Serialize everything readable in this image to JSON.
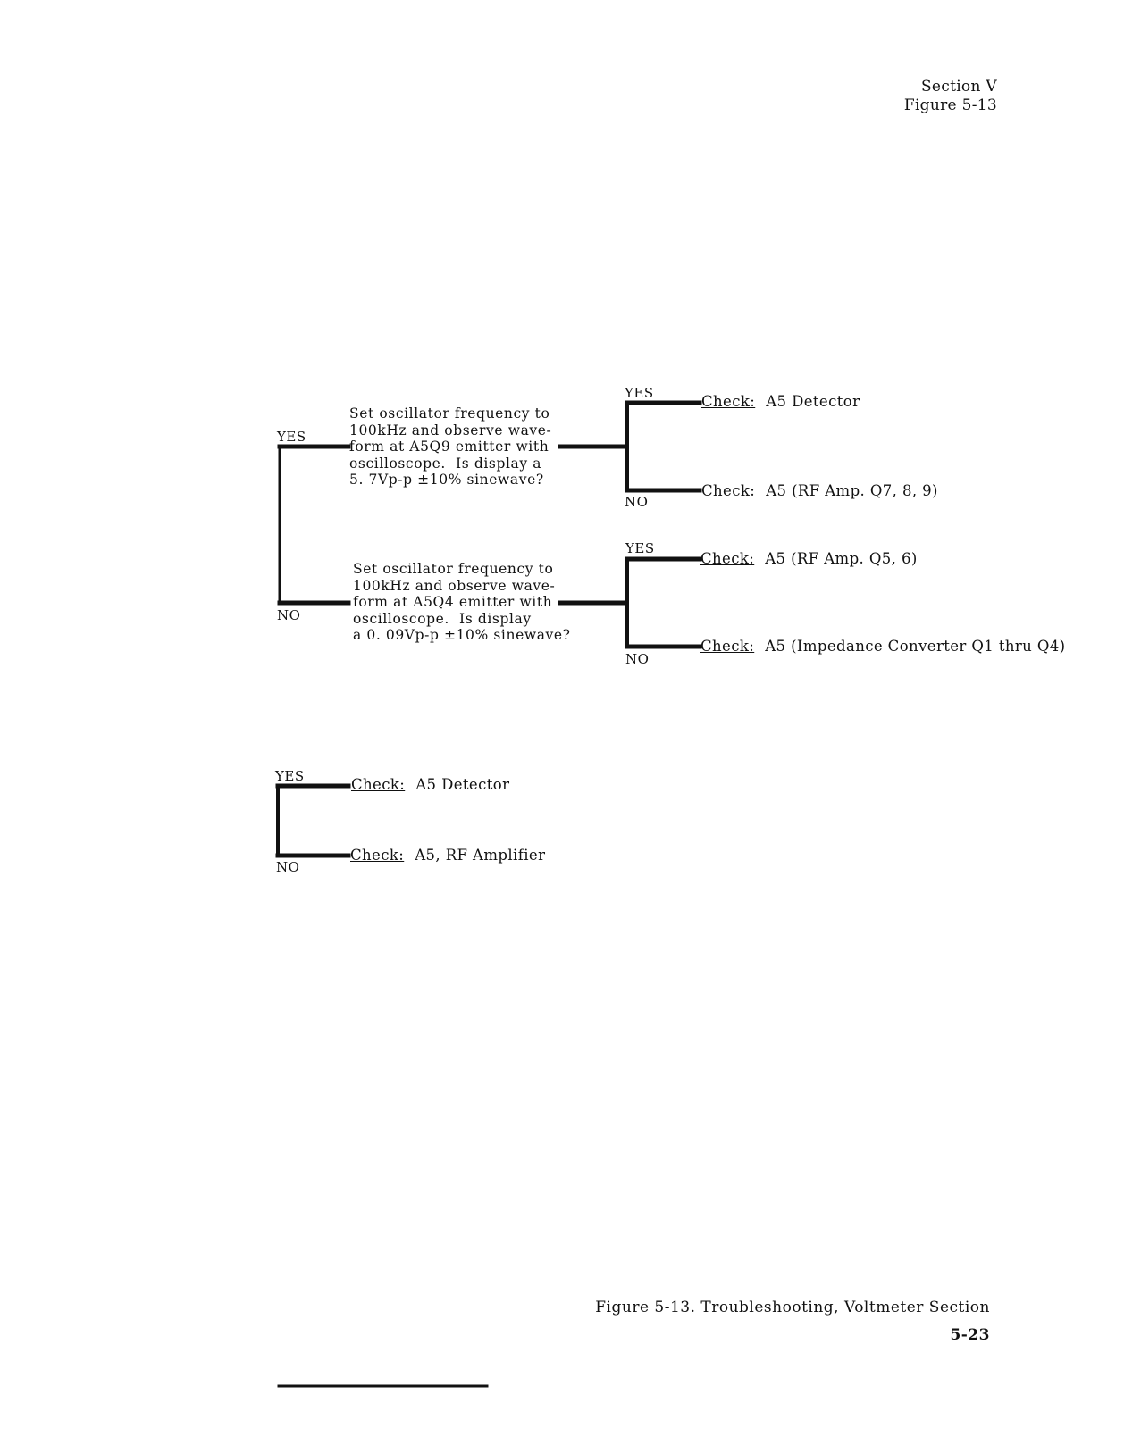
{
  "header": {
    "section": "Section V",
    "figure": "Figure 5-13"
  },
  "tree1": {
    "q1": {
      "text": "Set oscillator frequency to\n100kHz and observe wave-\nform at A5Q9 emitter with\noscilloscope.  Is display a\n5. 7Vp-p ±10% sinewave?",
      "yes": {
        "keyword": "Check:",
        "text": "A5 Detector"
      },
      "no": {
        "keyword": "Check:",
        "text": "A5 (RF Amp. Q7, 8, 9)"
      }
    },
    "q2": {
      "text": "Set oscillator frequency to\n100kHz and observe wave-\nform at A5Q4 emitter with\noscilloscope.  Is display\na 0. 09Vp-p ±10% sinewave?",
      "yes": {
        "keyword": "Check:",
        "text": "A5 (RF Amp. Q5, 6)"
      },
      "no": {
        "keyword": "Check:",
        "text": "A5 (Impedance Converter Q1 thru Q4)"
      }
    }
  },
  "tree2": {
    "yes": {
      "keyword": "Check:",
      "text": "A5 Detector"
    },
    "no": {
      "keyword": "Check:",
      "text": "A5, RF Amplifier"
    }
  },
  "labels": {
    "yes": "YES",
    "no": "NO"
  },
  "footer": {
    "caption": "Figure 5-13.  Troubleshooting, Voltmeter Section",
    "page_number": "5-23"
  }
}
